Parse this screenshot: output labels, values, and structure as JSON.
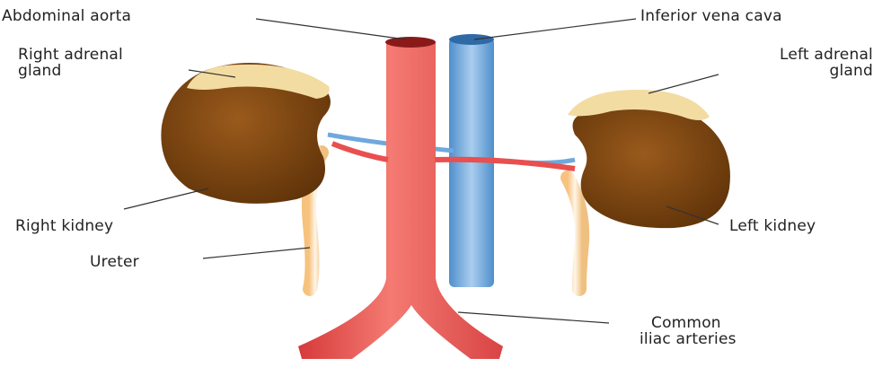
{
  "labels": {
    "abdominal_aorta": "Abdominal aorta",
    "inferior_vena_cava": "Inferior vena cava",
    "right_adrenal_gland_line1": "Right adrenal",
    "right_adrenal_gland_line2": "gland",
    "left_adrenal_gland_line1": "Left adrenal",
    "left_adrenal_gland_line2": "gland",
    "right_kidney": "Right kidney",
    "left_kidney": "Left kidney",
    "ureter": "Ureter",
    "common_iliac_line1": "Common",
    "common_iliac_line2": "iliac arteries"
  },
  "colors": {
    "aorta": "#f05a5a",
    "vena_cava": "#6fa8dc",
    "kidney": "#7a4410",
    "adrenal": "#f3dca2",
    "ureter": "#f1d7b2",
    "leader_line": "#333333"
  }
}
